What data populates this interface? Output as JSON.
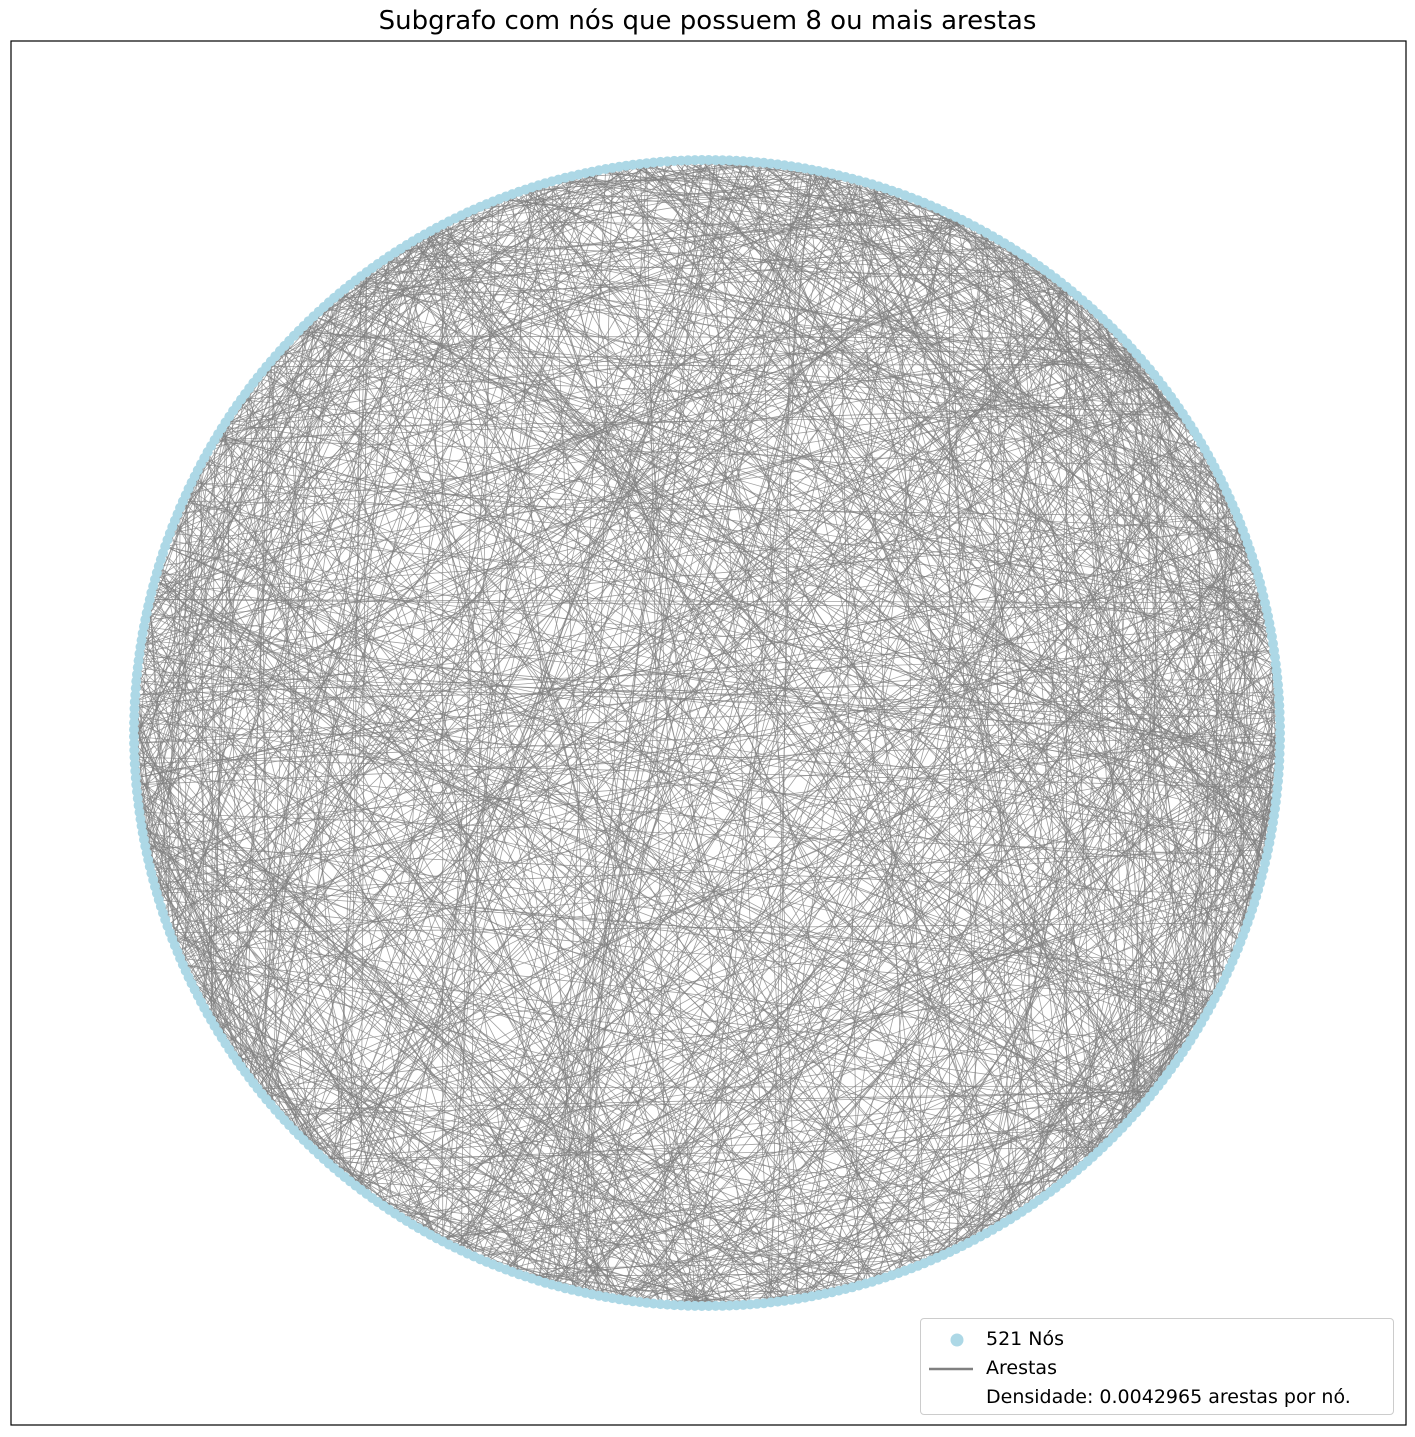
{
  "title": "Subgrafo com nós que possuem 8 ou mais arestas",
  "chart_data": {
    "type": "network",
    "layout": "circular",
    "node_count": 521,
    "node_color": "#add8e6",
    "edge_color": "#808080",
    "legend": {
      "placement": "lower-right",
      "entries": [
        {
          "label": "521 Nós",
          "kind": "node",
          "color": "#add8e6"
        },
        {
          "label": "Arestas",
          "kind": "edge",
          "color": "#808080"
        },
        {
          "label": "Densidade: 0.0042965 arestas por nó.",
          "kind": "text"
        }
      ]
    },
    "axes_ticks": false
  }
}
